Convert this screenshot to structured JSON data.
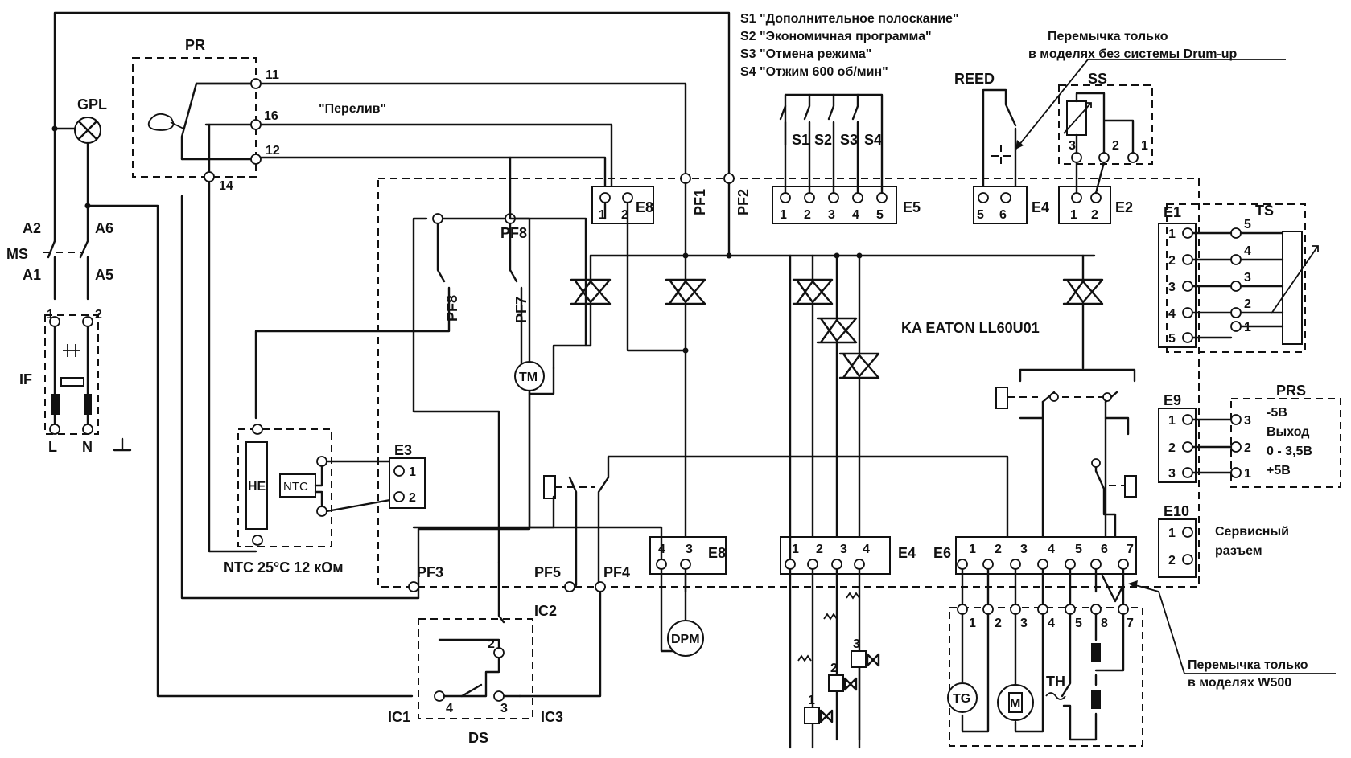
{
  "legend": {
    "s1": "S1 \"Дополнительное полоскание\"",
    "s2": "S2 \"Экономичная программа\"",
    "s3": "S3 \"Отмена режима\"",
    "s4": "S4 \"Отжим 600 об/мин\""
  },
  "notes": {
    "drum_top_1": "Перемычка только",
    "drum_top_2": "в моделях без системы Drum-up",
    "w500_1": "Перемычка только",
    "w500_2": "в моделях W500",
    "overflow": "\"Перелив\"",
    "ntc": "NTC 25°С 12 кОм",
    "controller": "KA EATON LL60U01",
    "service_1": "Сервисный",
    "service_2": "разъем",
    "prs_1": "-5В",
    "prs_2": "Выход",
    "prs_3": "0 - 3,5В",
    "prs_4": "+5В"
  },
  "labels": {
    "pr": "PR",
    "gpl": "GPL",
    "a2": "A2",
    "a6": "A6",
    "ms": "MS",
    "a1": "A1",
    "a5": "A5",
    "if": "IF",
    "l": "L",
    "n": "N",
    "p11": "11",
    "p16": "16",
    "p12": "12",
    "p14": "14",
    "reed": "REED",
    "ss": "SS",
    "e1": "E1",
    "ts": "TS",
    "e9": "E9",
    "prs": "PRS",
    "e10": "E10",
    "e2": "E2",
    "e3": "E3",
    "e4": "E4",
    "e4b": "E4",
    "e5": "E5",
    "e6": "E6",
    "e8": "E8",
    "e8b": "E8",
    "pf1": "PF1",
    "pf2": "PF2",
    "pf3": "PF3",
    "pf4": "PF4",
    "pf5": "PF5",
    "pf7": "PF7",
    "pf8": "PF8",
    "pf8v": "PF8",
    "tm": "TM",
    "he": "HE",
    "ntc_box": "NTC",
    "dpm": "DPM",
    "tg": "TG",
    "m": "M",
    "th": "TH",
    "ic1": "IC1",
    "ic2": "IC2",
    "ic3": "IC3",
    "ds": "DS",
    "sw1": "S1",
    "sw2": "S2",
    "sw3": "S3",
    "sw4": "S4"
  },
  "nums": {
    "n1": "1",
    "n2": "2",
    "n3": "3",
    "n4": "4",
    "n5": "5",
    "n6": "6",
    "n7": "7",
    "n8": "8"
  },
  "colors": {
    "ink": "#111111",
    "paper": "#ffffff"
  }
}
